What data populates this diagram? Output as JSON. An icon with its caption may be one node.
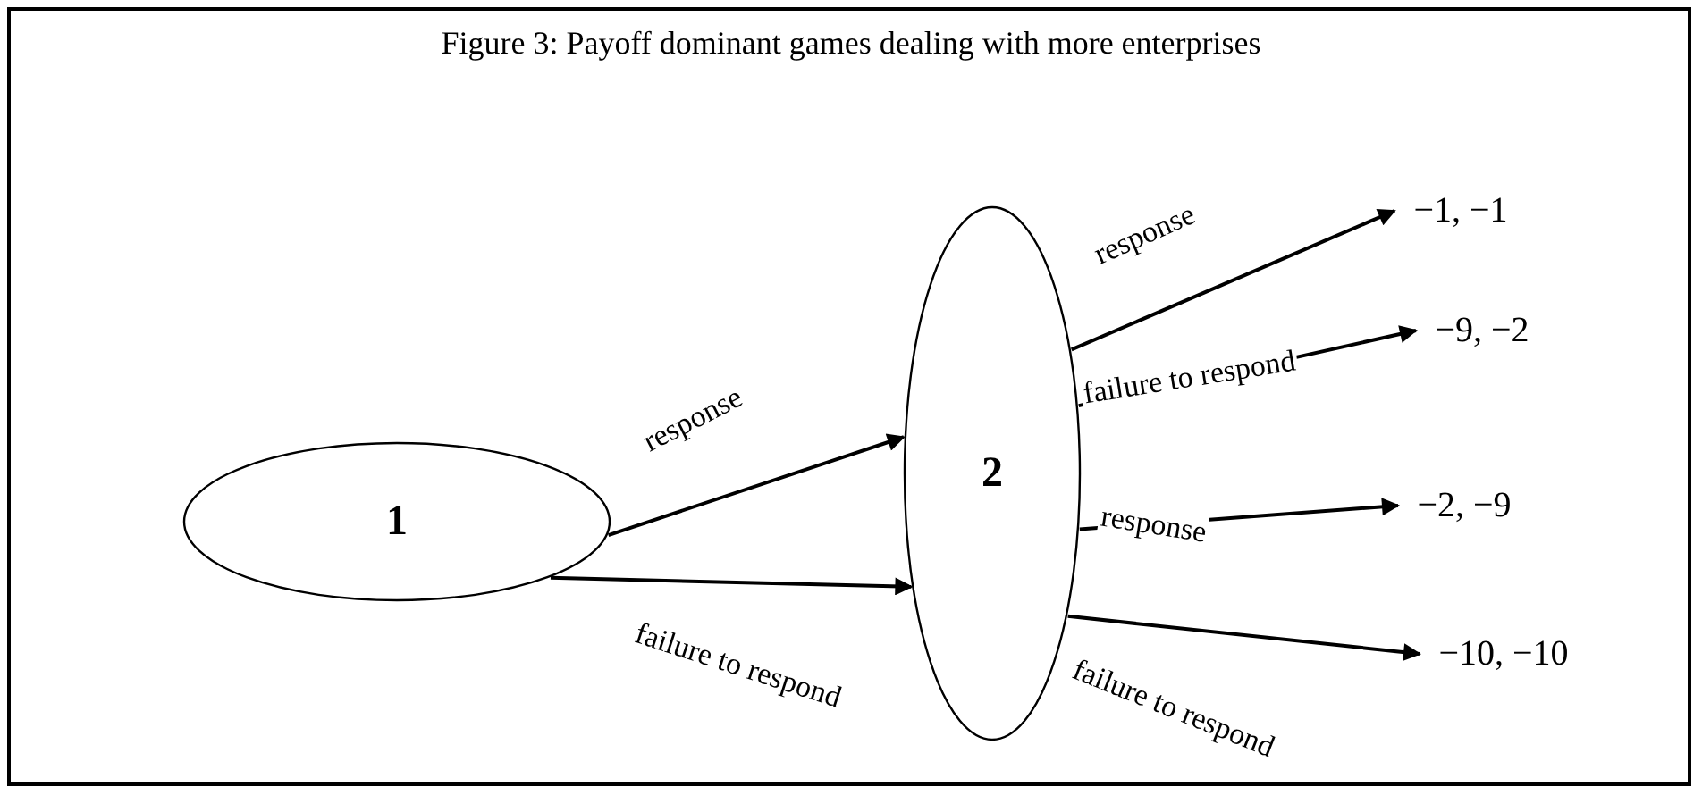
{
  "diagram": {
    "title": "Figure 3: Payoff dominant games dealing with more enterprises",
    "nodes": [
      {
        "text": [
          "1"
        ]
      },
      {
        "text": [
          "2"
        ]
      },
      {
        "text": [
          "−1, −1"
        ]
      },
      {
        "text": [
          "−9, −2"
        ]
      },
      {
        "text": [
          "−2, −9"
        ]
      },
      {
        "text": [
          "−10, −10"
        ]
      }
    ],
    "edges": [
      {
        "from": 0,
        "to": 1,
        "arrow": "to",
        "label": "response"
      },
      {
        "from": 0,
        "to": 1,
        "arrow": "to",
        "label": "failure to respond"
      },
      {
        "from": 1,
        "to": 2,
        "arrow": "to",
        "label": "response"
      },
      {
        "from": 1,
        "to": 3,
        "arrow": "to",
        "label": "failure to respond"
      },
      {
        "from": 1,
        "to": 4,
        "arrow": "to",
        "label": "response"
      },
      {
        "from": 1,
        "to": 5,
        "arrow": "to",
        "label": "failure to respond"
      }
    ]
  }
}
